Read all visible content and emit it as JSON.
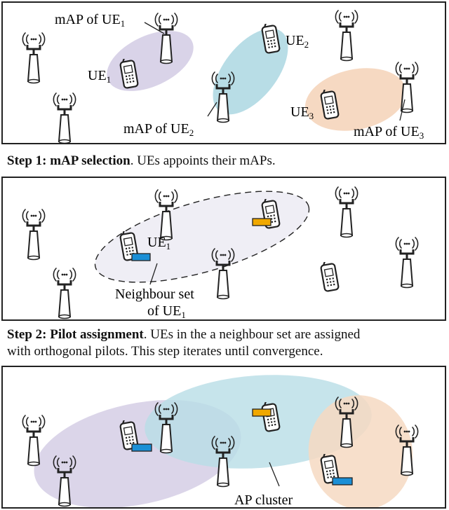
{
  "panel1": {
    "label_map_ue1": "mAP of UE",
    "label_map_ue1_sub": "1",
    "label_ue1": "UE",
    "label_ue1_sub": "1",
    "label_ue2": "UE",
    "label_ue2_sub": "2",
    "label_map_ue2": "mAP of UE",
    "label_map_ue2_sub": "2",
    "label_ue3": "UE",
    "label_ue3_sub": "3",
    "label_map_ue3": "mAP of UE",
    "label_map_ue3_sub": "3"
  },
  "step1": {
    "bold": "Step 1: mAP selection",
    "text": ". UEs appoints their mAPs."
  },
  "panel2": {
    "label_ue1": "UE",
    "label_ue1_sub": "1",
    "label_neighbour_line1": "Neighbour set",
    "label_neighbour_line2": "of UE",
    "label_neighbour_sub": "1"
  },
  "step2": {
    "bold": "Step 2: Pilot assignment",
    "text_line1": ". UEs in the a neighbour set are assigned",
    "text_line2": "with orthogonal pilots. This step iterates until convergence."
  },
  "panel3": {
    "label_ap_cluster": "AP cluster"
  },
  "colors": {
    "purple_region": "#d9d3e8",
    "blue_region": "#b8dde6",
    "orange_region": "#f6d9c2",
    "pilot_blue": "#1b8fd6",
    "pilot_orange": "#f0a800",
    "neighbour_fill": "#efeef5"
  }
}
